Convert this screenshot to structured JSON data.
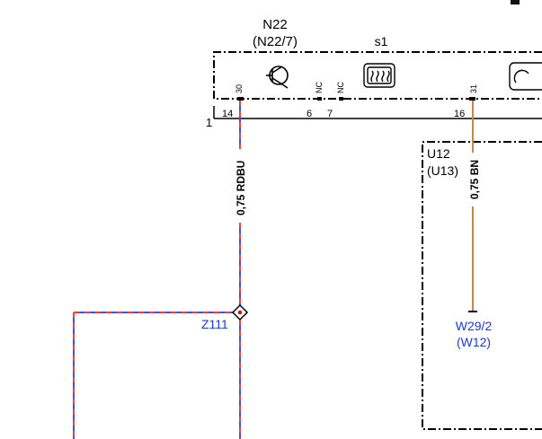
{
  "component_n22": {
    "id": "N22",
    "alt_id": "(N22/7)",
    "switch_label": "s1"
  },
  "pins": {
    "p30": "30",
    "nc1": "NC",
    "nc2": "NC",
    "p31": "31"
  },
  "terminals": {
    "t1": "1",
    "t14": "14",
    "t6": "6",
    "t7": "7",
    "t16": "16"
  },
  "wires": {
    "red_blue": {
      "label": "0,75 RDBU",
      "color_a": "#ff3b3b",
      "color_b": "#3355ff"
    },
    "brown": {
      "label": "0,75 BN",
      "color": "#c8864a"
    }
  },
  "component_u12": {
    "id": "U12",
    "alt_id": "(U13)"
  },
  "splice": {
    "label": "Z111",
    "color": "#1a3cc8"
  },
  "ground": {
    "id": "W29/2",
    "alt_id": "(W12)",
    "color": "#1a3cc8"
  },
  "icons": [
    "lamp-icon",
    "rear-defroster-icon",
    "gauge-icon"
  ]
}
